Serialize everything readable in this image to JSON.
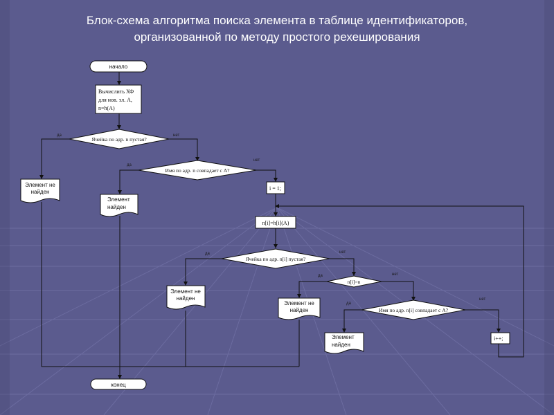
{
  "slide": {
    "title_line1": "Блок-схема алгоритма поиска элемента в таблице идентификаторов,",
    "title_line2": "организованной по методу простого рехеширования"
  },
  "flowchart": {
    "start": "начало",
    "end": "конец",
    "compute_hf": [
      "Вычислить ХФ",
      "для нов. эл. А,",
      "n=h(A)"
    ],
    "cond_empty": "Ячейка по адр. n пустая?",
    "cond_name_match": "Имя по адр. n совпадает с А?",
    "init_i": "i = 1;",
    "rehash": "n[i]=h[i](A)",
    "cond_empty_i": "Ячейка по адр. n[i] пустая?",
    "cond_ni_eq_n": "n[i]=n",
    "cond_name_match_i": "Имя по адр. n[i] совпадает с А?",
    "increment": "i++;",
    "not_found_1": [
      "Элемент не",
      "найден"
    ],
    "found_1": [
      "Элемент",
      "найден"
    ],
    "not_found_2": [
      "Элемент не",
      "найден"
    ],
    "not_found_3": [
      "Элемент не",
      "найден"
    ],
    "found_2": [
      "Элемент",
      "найден"
    ],
    "yes": "да",
    "no": "нет"
  }
}
